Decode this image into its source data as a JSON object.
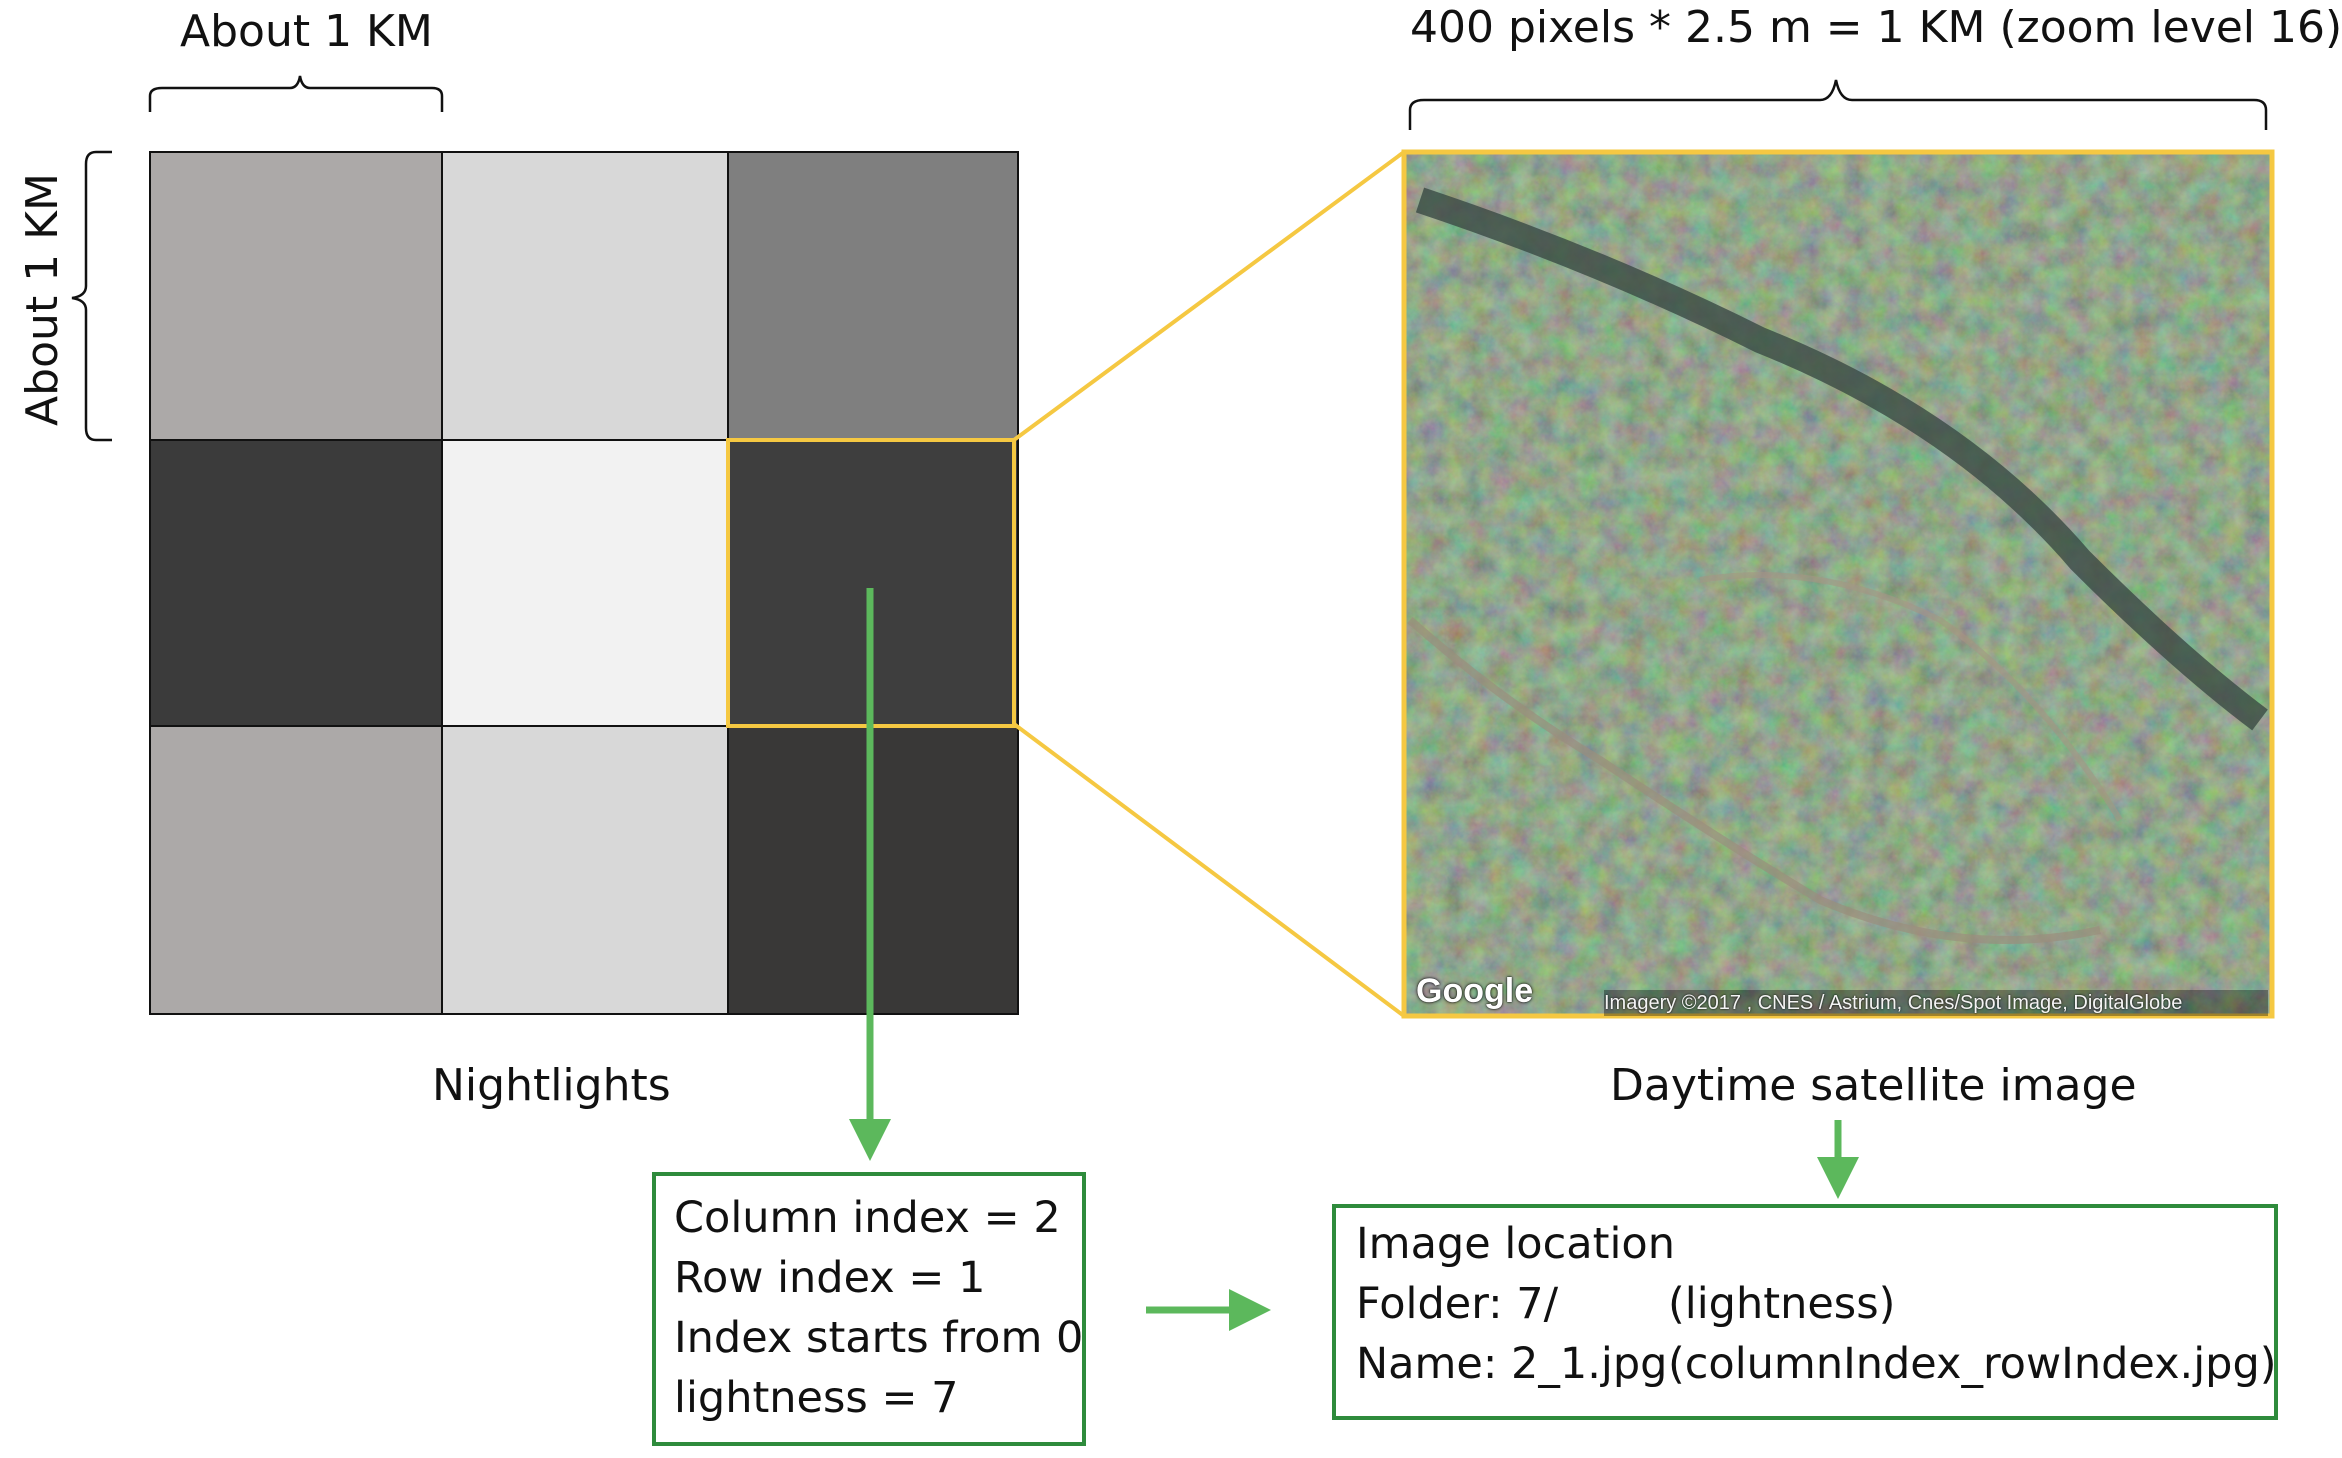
{
  "labels": {
    "top_left_scale": "About 1 KM",
    "left_side_scale": "About 1 KM",
    "top_right_scale": "400 pixels * 2.5 m = 1 KM (zoom level 16)",
    "nightlights_caption": "Nightlights",
    "satellite_caption": "Daytime satellite image"
  },
  "nightlights_grid": {
    "rows": [
      [
        "#aca9a8",
        "#d8d8d8",
        "#7f7f7f"
      ],
      [
        "#3b3b3b",
        "#f2f2f2",
        "#3e3e3e"
      ],
      [
        "#aca9a8",
        "#d8d8d8",
        "#393837"
      ]
    ],
    "highlight": {
      "row": 1,
      "col": 2
    }
  },
  "satellite": {
    "logo": "Google",
    "attribution": "Imagery ©2017 , CNES / Astrium, Cnes/Spot Image, DigitalGlobe"
  },
  "index_box": {
    "lines": [
      "Column index = 2",
      "Row index = 1",
      "Index starts from 0",
      "lightness = 7"
    ]
  },
  "location_box": {
    "title": "Image location",
    "folder_label": "Folder: 7/",
    "folder_note": "(lightness)",
    "name_label": "Name: 2_1.jpg",
    "name_note": "(columnIndex_rowIndex.jpg)"
  },
  "colors": {
    "highlight": "#f5c842",
    "arrow": "#5cb85c",
    "box_border": "#2e8b3c",
    "grid_line": "#111111"
  }
}
